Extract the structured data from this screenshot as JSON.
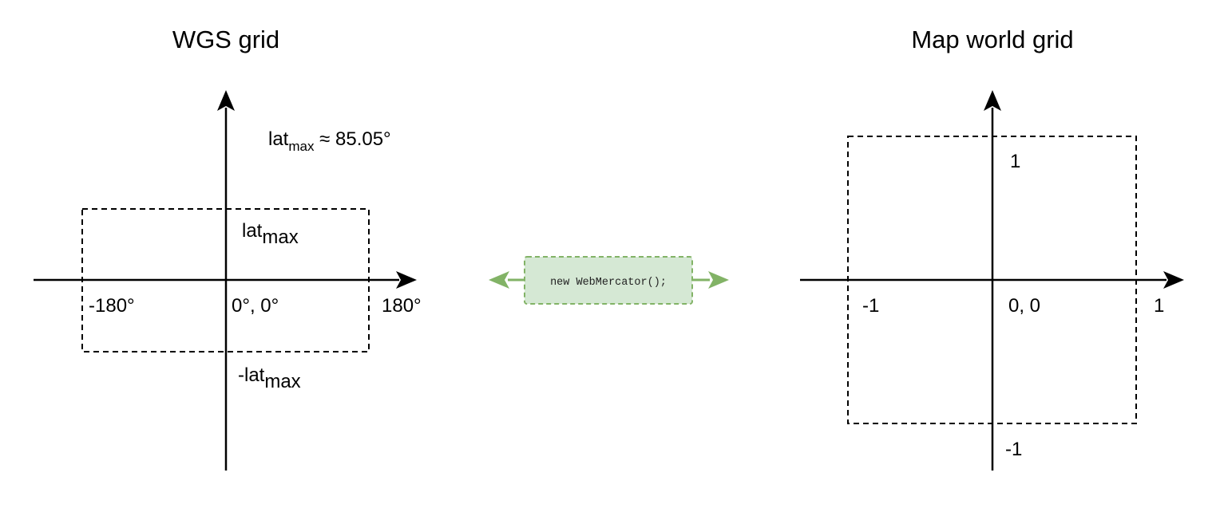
{
  "left_panel": {
    "title": "WGS grid",
    "lat_note": {
      "main": "lat",
      "sub": "max",
      "rest": " ≈ 85.05°"
    },
    "top_label": {
      "main": "lat",
      "sub": "max"
    },
    "bottom_label": {
      "main": "-lat",
      "sub": "max"
    },
    "x_min_label": "-180°",
    "origin_label": "0°, 0°",
    "x_max_label": "180°"
  },
  "converter": {
    "label": "new WebMercator();",
    "fill_color": "#d5e8d4",
    "stroke_color": "#82b366",
    "arrow_color": "#82b366"
  },
  "right_panel": {
    "title": "Map world grid",
    "y_max_label": "1",
    "origin_label": "0, 0",
    "x_min_label": "-1",
    "x_max_label": "1",
    "y_min_label": "-1"
  },
  "colors": {
    "axis": "#000000",
    "box_dash": "#000000"
  }
}
